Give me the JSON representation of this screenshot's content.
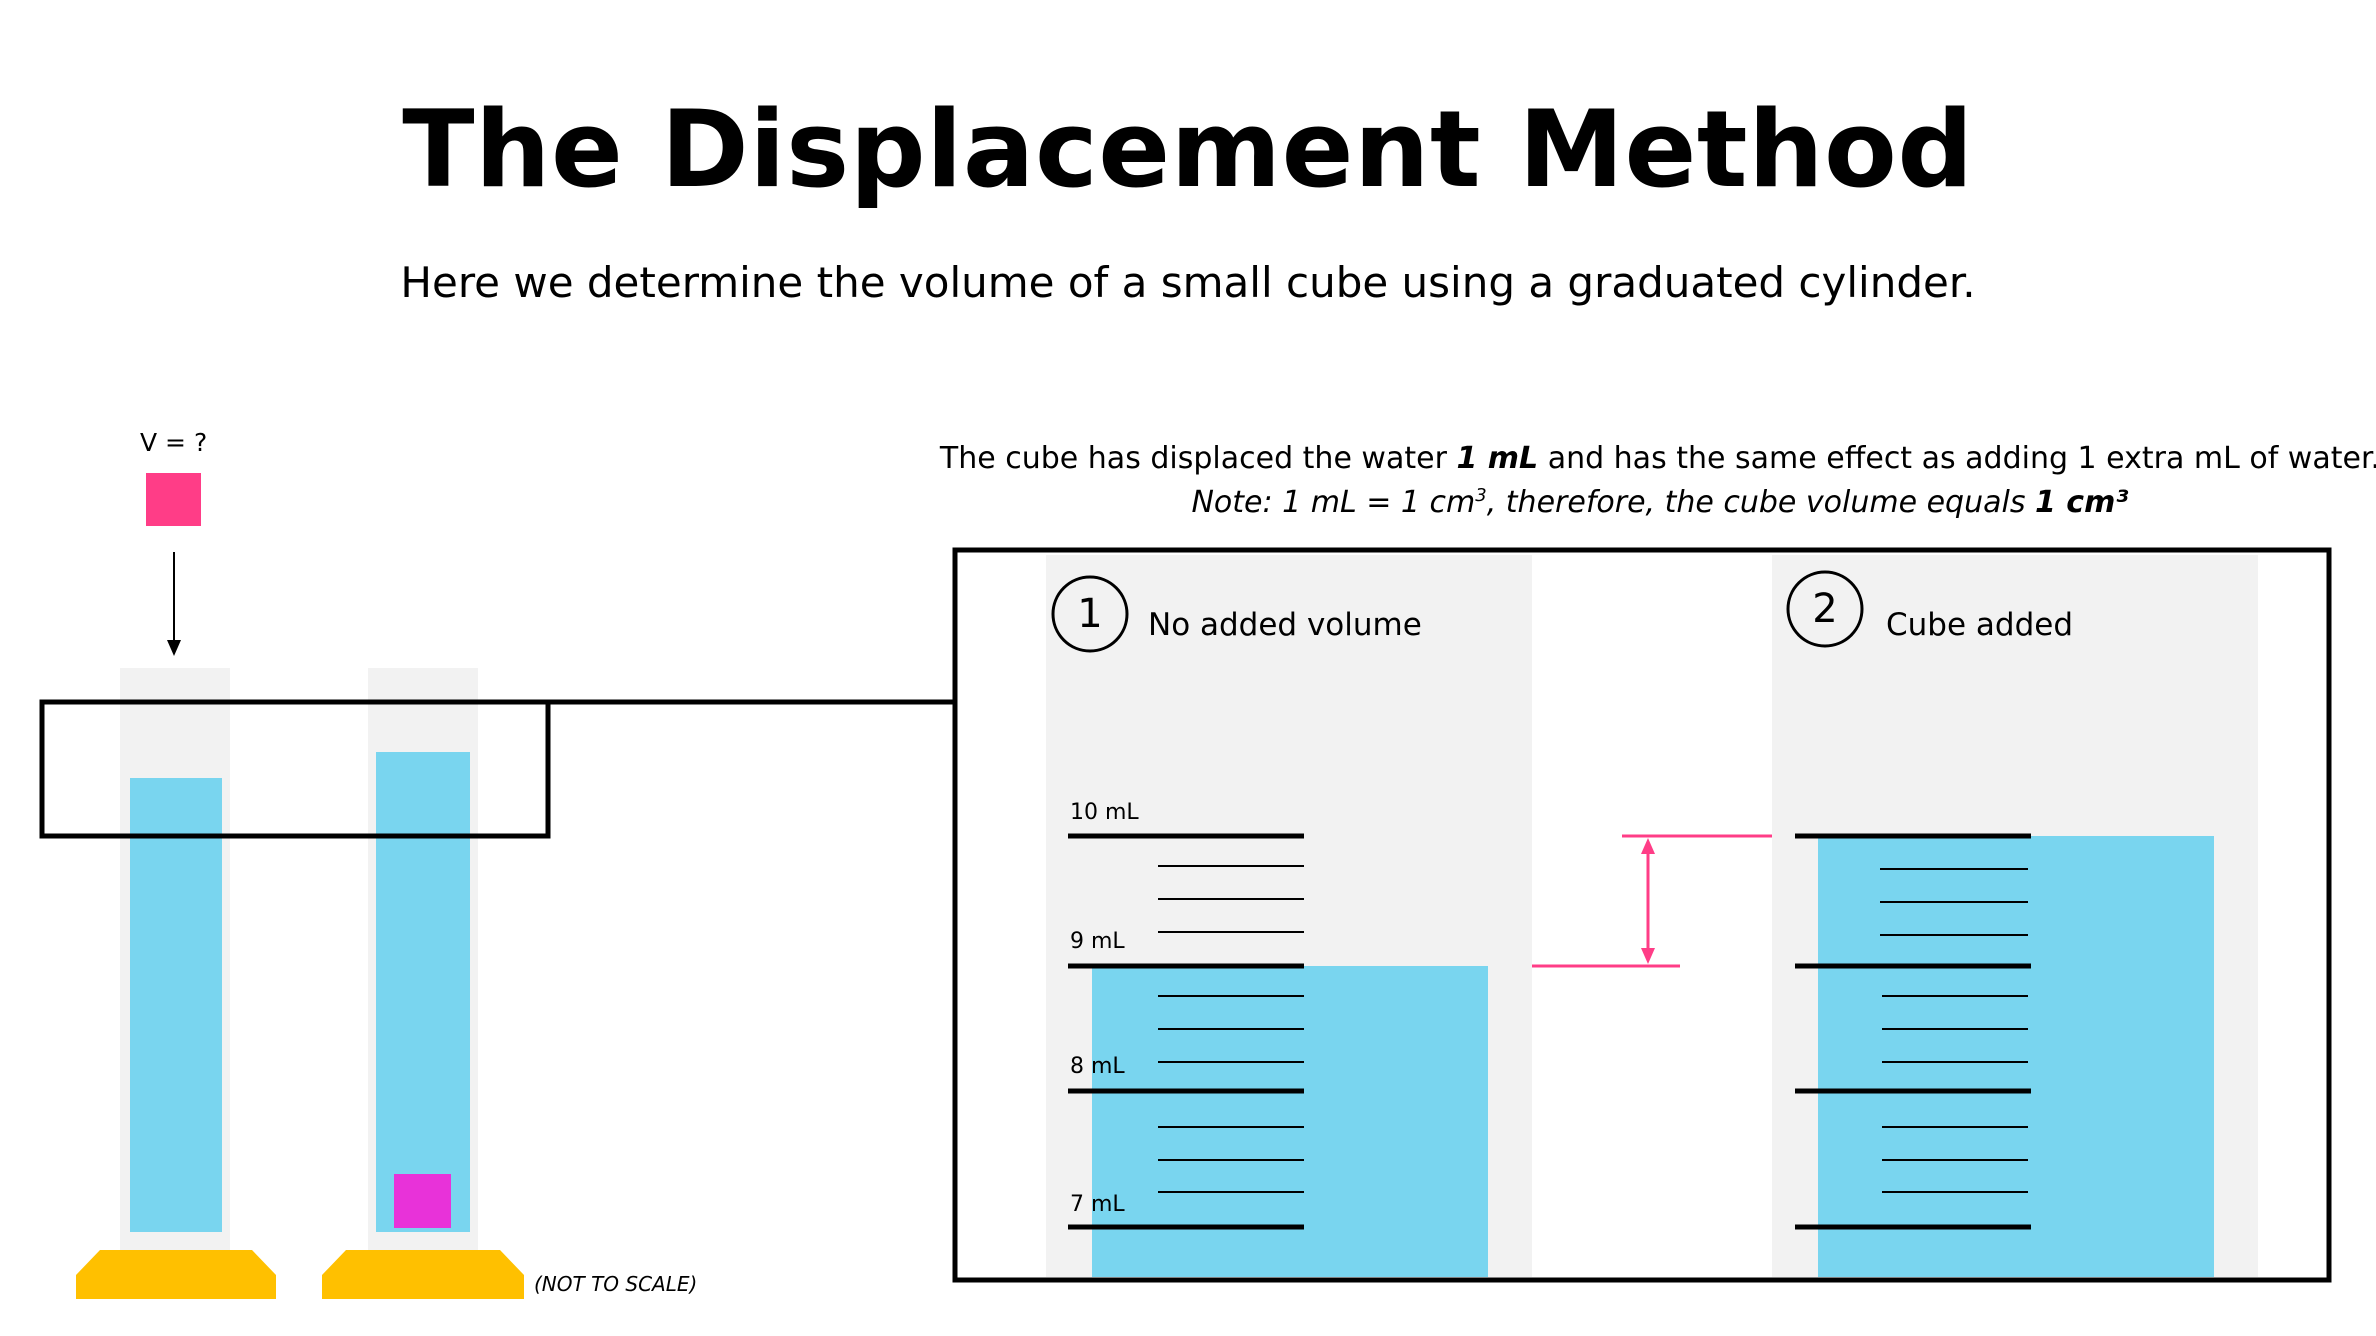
{
  "header": {
    "title": "The Displacement Method",
    "subtitle": "Here we determine the volume of a small cube using a graduated cylinder."
  },
  "left": {
    "cube_label": "V = ?",
    "scale_note": "(NOT TO SCALE)"
  },
  "note": {
    "line1_pre": "The cube has displaced the water ",
    "line1_bold": "1 mL",
    "line1_post": " and has the same effect as adding 1 extra mL of water.",
    "line2_pre": "Note: 1 mL = 1 cm",
    "line2_sup": "3",
    "line2_mid": ", therefore, the cube volume equals ",
    "line2_bold": "1 cm³"
  },
  "steps": [
    {
      "number": "1",
      "label": "No added volume"
    },
    {
      "number": "2",
      "label": "Cube added"
    }
  ],
  "ticks": [
    "10 mL",
    "9 mL",
    "8 mL",
    "7 mL"
  ],
  "colors": {
    "water": "#79d5ef",
    "cube": "#ff3d87",
    "cube_submerged": "#e832d9",
    "base": "#ffc000",
    "glass": "#f2f2f2",
    "arrow": "#ff3d87"
  }
}
